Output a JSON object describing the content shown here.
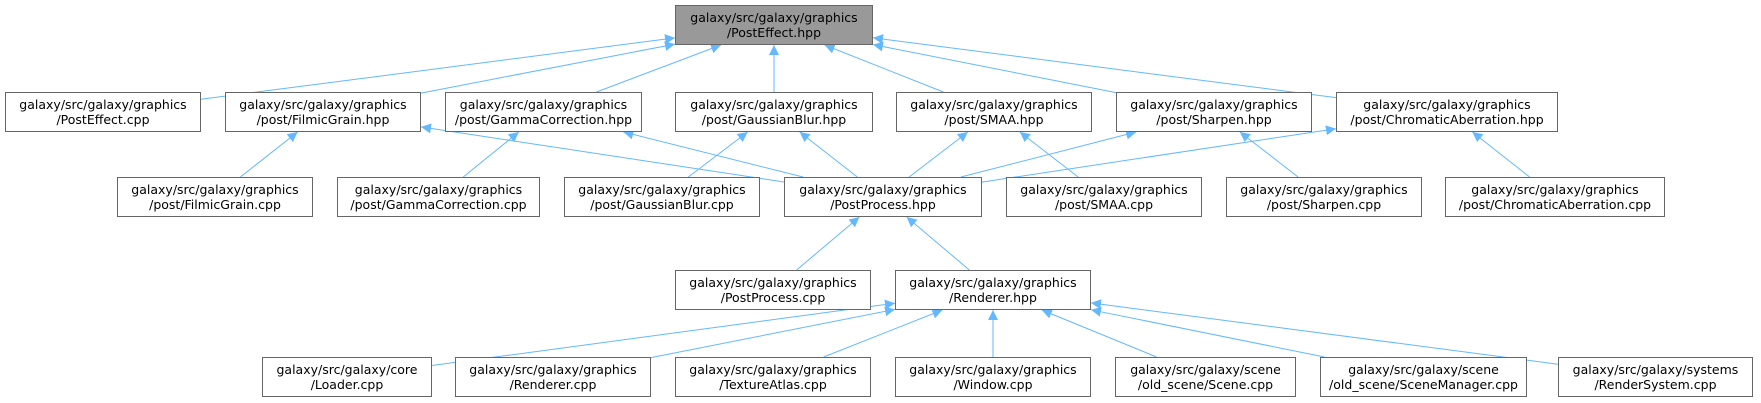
{
  "colors": {
    "edge": "#63b8ff",
    "border": "#666666",
    "root_fill": "#999999",
    "node_fill": "#ffffff"
  },
  "nodes": {
    "posteffect_hpp": {
      "line1": "galaxy/src/galaxy/graphics",
      "line2": "/PostEffect.hpp"
    },
    "posteffect_cpp": {
      "line1": "galaxy/src/galaxy/graphics",
      "line2": "/PostEffect.cpp"
    },
    "filmicgrain_hpp": {
      "line1": "galaxy/src/galaxy/graphics",
      "line2": "/post/FilmicGrain.hpp"
    },
    "gammacorrection_hpp": {
      "line1": "galaxy/src/galaxy/graphics",
      "line2": "/post/GammaCorrection.hpp"
    },
    "gaussianblur_hpp": {
      "line1": "galaxy/src/galaxy/graphics",
      "line2": "/post/GaussianBlur.hpp"
    },
    "smaa_hpp": {
      "line1": "galaxy/src/galaxy/graphics",
      "line2": "/post/SMAA.hpp"
    },
    "sharpen_hpp": {
      "line1": "galaxy/src/galaxy/graphics",
      "line2": "/post/Sharpen.hpp"
    },
    "chromatic_hpp": {
      "line1": "galaxy/src/galaxy/graphics",
      "line2": "/post/ChromaticAberration.hpp"
    },
    "filmicgrain_cpp": {
      "line1": "galaxy/src/galaxy/graphics",
      "line2": "/post/FilmicGrain.cpp"
    },
    "gammacorrection_cpp": {
      "line1": "galaxy/src/galaxy/graphics",
      "line2": "/post/GammaCorrection.cpp"
    },
    "gaussianblur_cpp": {
      "line1": "galaxy/src/galaxy/graphics",
      "line2": "/post/GaussianBlur.cpp"
    },
    "postprocess_hpp": {
      "line1": "galaxy/src/galaxy/graphics",
      "line2": "/PostProcess.hpp"
    },
    "smaa_cpp": {
      "line1": "galaxy/src/galaxy/graphics",
      "line2": "/post/SMAA.cpp"
    },
    "sharpen_cpp": {
      "line1": "galaxy/src/galaxy/graphics",
      "line2": "/post/Sharpen.cpp"
    },
    "chromatic_cpp": {
      "line1": "galaxy/src/galaxy/graphics",
      "line2": "/post/ChromaticAberration.cpp"
    },
    "postprocess_cpp": {
      "line1": "galaxy/src/galaxy/graphics",
      "line2": "/PostProcess.cpp"
    },
    "renderer_hpp": {
      "line1": "galaxy/src/galaxy/graphics",
      "line2": "/Renderer.hpp"
    },
    "loader_cpp": {
      "line1": "galaxy/src/galaxy/core",
      "line2": "/Loader.cpp"
    },
    "renderer_cpp": {
      "line1": "galaxy/src/galaxy/graphics",
      "line2": "/Renderer.cpp"
    },
    "textureatlas_cpp": {
      "line1": "galaxy/src/galaxy/graphics",
      "line2": "/TextureAtlas.cpp"
    },
    "window_cpp": {
      "line1": "galaxy/src/galaxy/graphics",
      "line2": "/Window.cpp"
    },
    "scene_cpp": {
      "line1": "galaxy/src/galaxy/scene",
      "line2": "/old_scene/Scene.cpp"
    },
    "scenemanager_cpp": {
      "line1": "galaxy/src/galaxy/scene",
      "line2": "/old_scene/SceneManager.cpp"
    },
    "rendersystem_cpp": {
      "line1": "galaxy/src/galaxy/systems",
      "line2": "/RenderSystem.cpp"
    }
  },
  "edges": [
    [
      "posteffect_cpp",
      "posteffect_hpp"
    ],
    [
      "filmicgrain_hpp",
      "posteffect_hpp"
    ],
    [
      "gammacorrection_hpp",
      "posteffect_hpp"
    ],
    [
      "gaussianblur_hpp",
      "posteffect_hpp"
    ],
    [
      "smaa_hpp",
      "posteffect_hpp"
    ],
    [
      "sharpen_hpp",
      "posteffect_hpp"
    ],
    [
      "chromatic_hpp",
      "posteffect_hpp"
    ],
    [
      "filmicgrain_cpp",
      "filmicgrain_hpp"
    ],
    [
      "postprocess_hpp",
      "filmicgrain_hpp"
    ],
    [
      "gammacorrection_cpp",
      "gammacorrection_hpp"
    ],
    [
      "postprocess_hpp",
      "gammacorrection_hpp"
    ],
    [
      "gaussianblur_cpp",
      "gaussianblur_hpp"
    ],
    [
      "postprocess_hpp",
      "gaussianblur_hpp"
    ],
    [
      "postprocess_hpp",
      "smaa_hpp"
    ],
    [
      "smaa_cpp",
      "smaa_hpp"
    ],
    [
      "postprocess_hpp",
      "sharpen_hpp"
    ],
    [
      "sharpen_cpp",
      "sharpen_hpp"
    ],
    [
      "postprocess_hpp",
      "chromatic_hpp"
    ],
    [
      "chromatic_cpp",
      "chromatic_hpp"
    ],
    [
      "postprocess_cpp",
      "postprocess_hpp"
    ],
    [
      "renderer_hpp",
      "postprocess_hpp"
    ],
    [
      "loader_cpp",
      "renderer_hpp"
    ],
    [
      "renderer_cpp",
      "renderer_hpp"
    ],
    [
      "textureatlas_cpp",
      "renderer_hpp"
    ],
    [
      "window_cpp",
      "renderer_hpp"
    ],
    [
      "scene_cpp",
      "renderer_hpp"
    ],
    [
      "scenemanager_cpp",
      "renderer_hpp"
    ],
    [
      "rendersystem_cpp",
      "renderer_hpp"
    ]
  ]
}
